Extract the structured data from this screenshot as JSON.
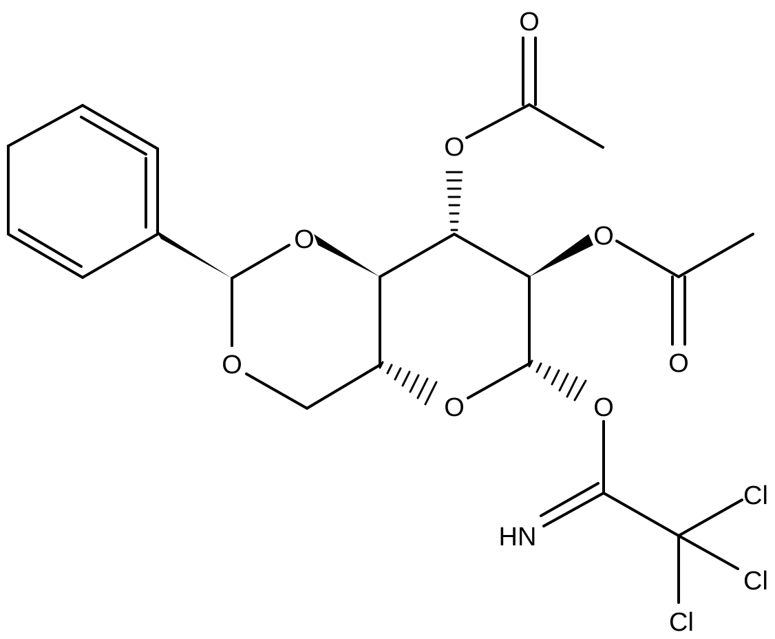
{
  "molecule": {
    "atoms": {
      "o_acetyl_top_carbonyl": "O",
      "o_ester_c3": "O",
      "o_ester_c2": "O",
      "o_acetyl_right_carbonyl": "O",
      "o_dioxane_upper": "O",
      "o_dioxane_lower": "O",
      "o_ring": "O",
      "o_anomeric": "O",
      "n_imine": "HN",
      "cl_1": "Cl",
      "cl_2": "Cl",
      "cl_3": "Cl"
    }
  }
}
